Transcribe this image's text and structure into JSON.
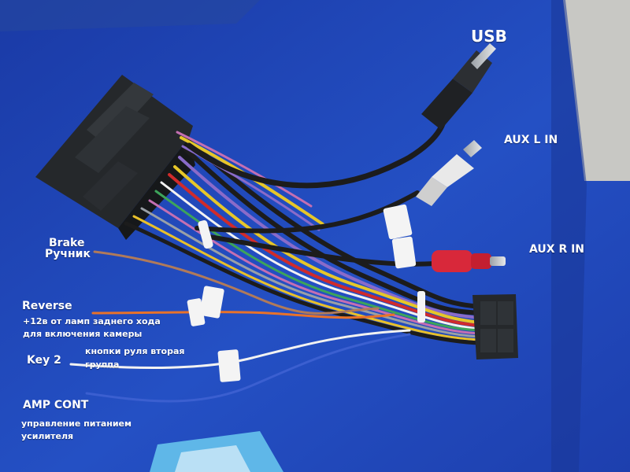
{
  "labels": {
    "usb": "USB",
    "aux_l_in": "AUX L IN",
    "aux_r_in": "AUX R IN",
    "brake": "Brake",
    "brake_ru": "Ручник",
    "reverse": "Reverse",
    "reverse_desc_line1": "+12в от ламп заднего хода",
    "reverse_desc_line2": "для включения камеры",
    "key2": "Key 2",
    "key2_desc_line1": "кнопки руля вторая",
    "key2_desc_line2": "группа",
    "amp_cont": "AMP CONT",
    "amp_desc_line1": "управление питанием",
    "amp_desc_line2": "усилителя"
  },
  "colors": {
    "background": "#1e44b8",
    "connector": "#25282b",
    "wire_black": "#1c1c1c",
    "wire_orange": "#e8722a",
    "wire_white": "#f2f2f2",
    "wire_blue": "#3b5fd0",
    "wire_brown": "#b07a5a",
    "rca_red": "#d8283a",
    "rca_white": "#e9e9e9",
    "label_text": "#ffffff"
  }
}
